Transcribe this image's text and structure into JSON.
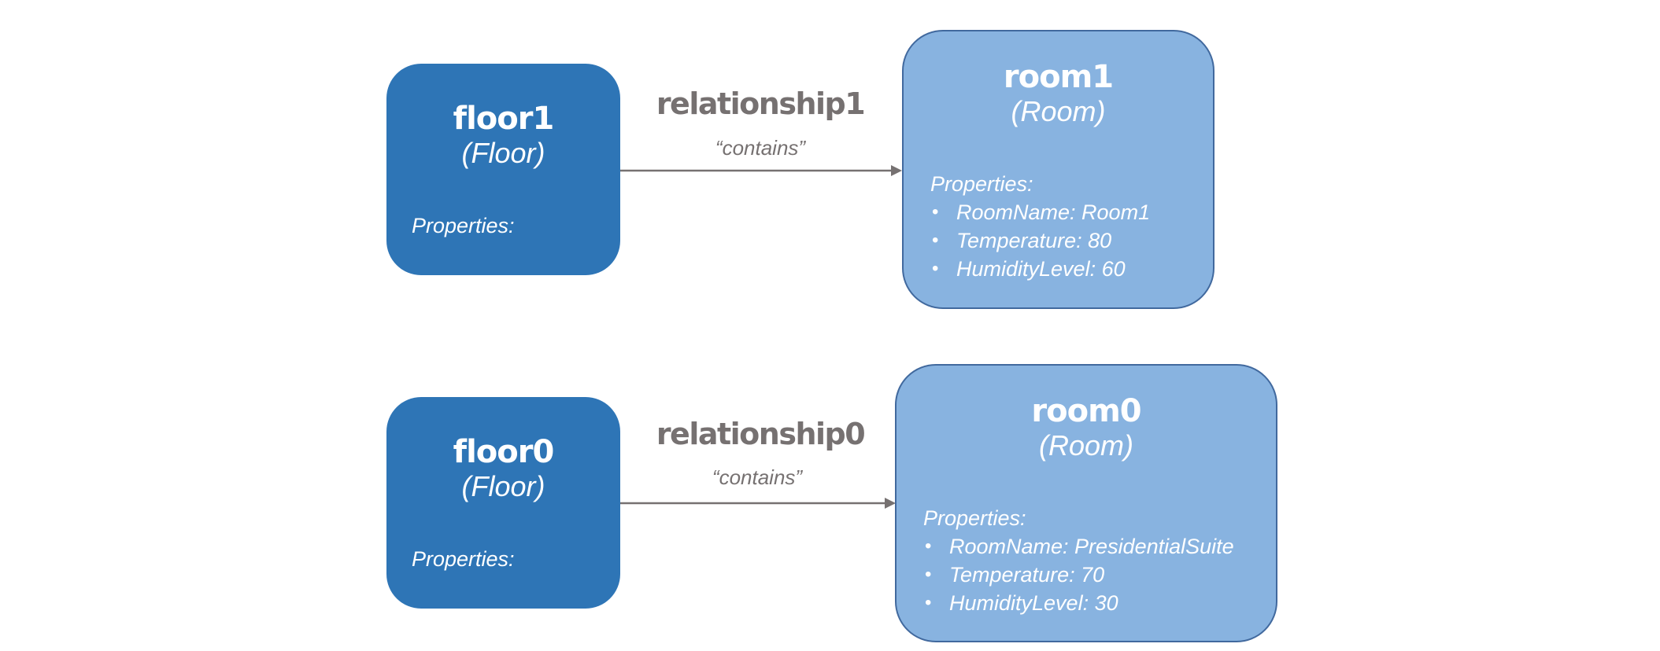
{
  "diagram": {
    "title_visible": false,
    "canvas_background": "#FFFFFF",
    "letterbox_background": "#000000",
    "colors": {
      "floor_fill": "#2E75B6",
      "room_fill": "#86B0E1",
      "room_border": "#41699E",
      "edge_gray": "#767171",
      "node_text": "#FFFFFF"
    }
  },
  "nodes": [
    {
      "id": "floor1",
      "kind": "floor",
      "name": "floor1",
      "type": "(Floor)",
      "properties_label": "Properties:",
      "properties": []
    },
    {
      "id": "room1",
      "kind": "room",
      "name": "room1",
      "type": "(Room)",
      "properties_label": "Properties:",
      "properties": [
        "RoomName: Room1",
        "Temperature: 80",
        "HumidityLevel: 60"
      ]
    },
    {
      "id": "floor0",
      "kind": "floor",
      "name": "floor0",
      "type": "(Floor)",
      "properties_label": "Properties:",
      "properties": []
    },
    {
      "id": "room0",
      "kind": "room",
      "name": "room0",
      "type": "(Room)",
      "properties_label": "Properties:",
      "properties": [
        "RoomName: PresidentialSuite",
        "Temperature: 70",
        "HumidityLevel: 30"
      ]
    }
  ],
  "edges": [
    {
      "id": "relationship1",
      "label": "relationship1",
      "sublabel": "“contains”",
      "source": "floor1",
      "target": "room1"
    },
    {
      "id": "relationship0",
      "label": "relationship0",
      "sublabel": "“contains”",
      "source": "floor0",
      "target": "room0"
    }
  ]
}
